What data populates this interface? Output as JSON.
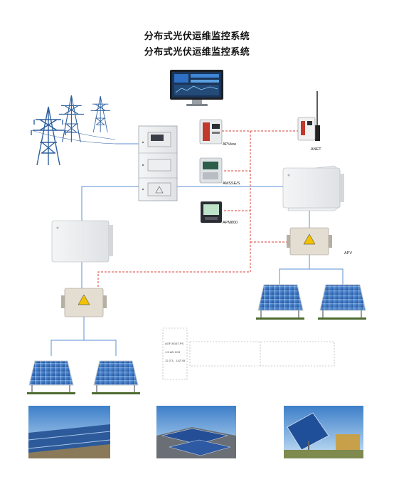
{
  "titles": [
    "分布式光伏运维监控系统",
    "分布式光伏运维监控系统"
  ],
  "devices": {
    "apview": "APView",
    "amsse": "AMSSE/S",
    "apm800": "APM800",
    "anet": "ANET",
    "apv": "APV"
  },
  "note_lines": [
    "AGF-M16T-PS",
    "1.5 kW 1G3",
    "12.3\"3、14Z\"45"
  ],
  "colors": {
    "ac_line": "#5b8fd6",
    "comm_line": "#d9423a",
    "panel": "#2f6fc4",
    "frame": "#c9cdd2"
  }
}
